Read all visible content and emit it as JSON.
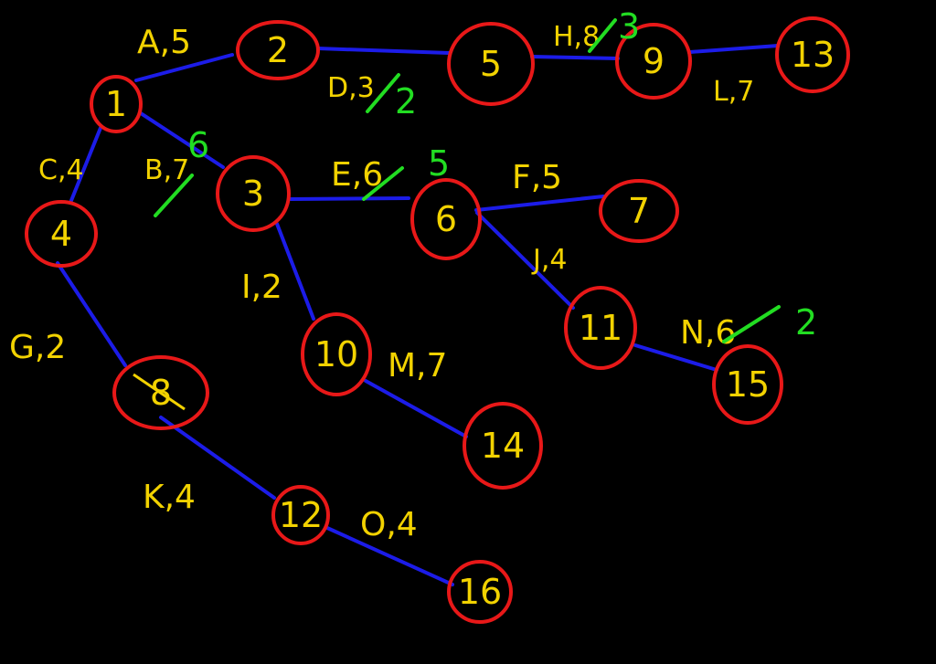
{
  "colors": {
    "background": "#000000",
    "node_stroke": "#e81818",
    "edge_stroke": "#1c1ce8",
    "label_text": "#f2d200",
    "correction_text": "#22dd22"
  },
  "nodes": [
    {
      "id": "1",
      "label": "1"
    },
    {
      "id": "2",
      "label": "2"
    },
    {
      "id": "3",
      "label": "3"
    },
    {
      "id": "4",
      "label": "4"
    },
    {
      "id": "5",
      "label": "5"
    },
    {
      "id": "6",
      "label": "6"
    },
    {
      "id": "7",
      "label": "7"
    },
    {
      "id": "8",
      "label": "8"
    },
    {
      "id": "9",
      "label": "9"
    },
    {
      "id": "10",
      "label": "10"
    },
    {
      "id": "11",
      "label": "11"
    },
    {
      "id": "12",
      "label": "12"
    },
    {
      "id": "13",
      "label": "13"
    },
    {
      "id": "14",
      "label": "14"
    },
    {
      "id": "15",
      "label": "15"
    },
    {
      "id": "16",
      "label": "16"
    }
  ],
  "edges": [
    {
      "from": "1",
      "to": "2",
      "label": "A,5"
    },
    {
      "from": "1",
      "to": "3",
      "label": "B,7",
      "crossed": true,
      "correction": "6"
    },
    {
      "from": "1",
      "to": "4",
      "label": "C,4"
    },
    {
      "from": "2",
      "to": "5",
      "label": "D,3",
      "crossed": true,
      "correction": "2"
    },
    {
      "from": "3",
      "to": "6",
      "label": "E,6",
      "crossed": true,
      "correction": "5"
    },
    {
      "from": "6",
      "to": "7",
      "label": "F,5"
    },
    {
      "from": "4",
      "to": "8",
      "label": "G,2"
    },
    {
      "from": "5",
      "to": "9",
      "label": "H,8",
      "crossed": true,
      "correction": "3"
    },
    {
      "from": "3",
      "to": "10",
      "label": "I,2"
    },
    {
      "from": "6",
      "to": "11",
      "label": "J,4"
    },
    {
      "from": "8",
      "to": "12",
      "label": "K,4"
    },
    {
      "from": "9",
      "to": "13",
      "label": "L,7"
    },
    {
      "from": "10",
      "to": "14",
      "label": "M,7"
    },
    {
      "from": "11",
      "to": "15",
      "label": "N,6",
      "crossed": true,
      "correction": "2"
    },
    {
      "from": "12",
      "to": "16",
      "label": "O,4"
    }
  ]
}
